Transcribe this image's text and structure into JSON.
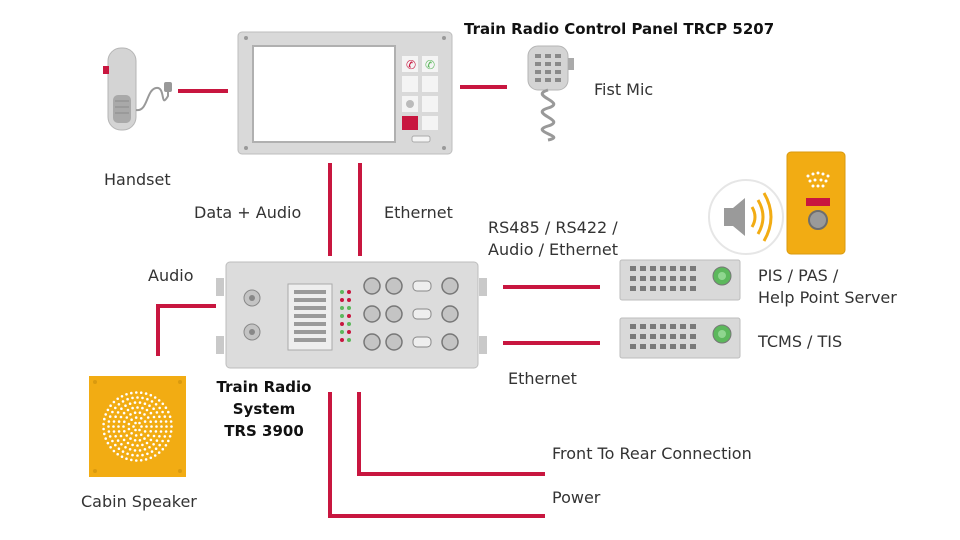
{
  "colors": {
    "connector": "#c8163f",
    "device_gray": "#d9d9d9",
    "device_dark": "#6e6e6e",
    "speaker_yellow": "#f2ac13",
    "helppoint_yellow": "#f2ac13",
    "led_green": "#5cb85c",
    "led_red": "#c8163f"
  },
  "labels": {
    "control_panel": "Train Radio Control Panel TRCP 5207",
    "fist_mic": "Fist Mic",
    "handset": "Handset",
    "data_audio": "Data + Audio",
    "ethernet_top": "Ethernet",
    "rs485_line1": "RS485 / RS422 /",
    "rs485_line2": "Audio / Ethernet",
    "audio": "Audio",
    "pis_line1": "PIS / PAS /",
    "pis_line2": "Help Point Server",
    "tcms": "TCMS / TIS",
    "trs_line1": "Train Radio",
    "trs_line2": "System",
    "trs_line3": "TRS 3900",
    "ethernet_bottom": "Ethernet",
    "front_rear": "Front To Rear Connection",
    "power": "Power",
    "cabin_speaker": "Cabin Speaker"
  },
  "icons": {
    "handset": "handset-icon",
    "fist_mic": "fist-mic-icon",
    "control_panel": "control-panel-icon",
    "trs": "train-radio-system-icon",
    "pis_server": "pis-server-icon",
    "tcms_server": "tcms-server-icon",
    "speaker_sound": "speaker-sound-icon",
    "help_point": "help-point-icon",
    "cabin_speaker": "cabin-speaker-icon"
  }
}
